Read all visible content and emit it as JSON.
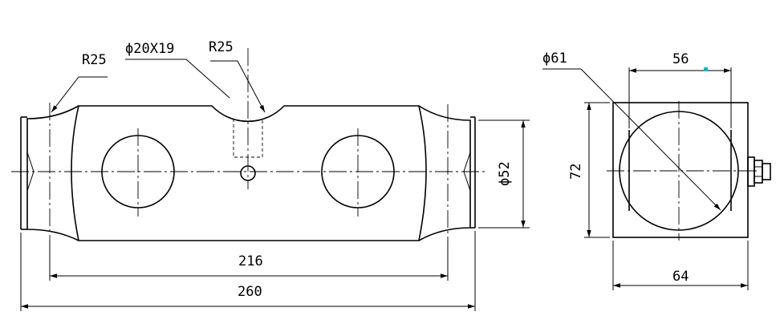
{
  "front_view": {
    "radius_left_label": "R25",
    "hole_label": "ϕ20X19",
    "radius_top_label": "R25",
    "pin_diameter_label": "ϕ52",
    "inner_length_label": "216",
    "overall_length_label": "260"
  },
  "side_view": {
    "circle_diameter_label": "ϕ61",
    "inner_width_label": "56",
    "height_label": "72",
    "width_label": "64"
  },
  "colors": {
    "line": "#000000",
    "marker": "#00b8c8"
  }
}
